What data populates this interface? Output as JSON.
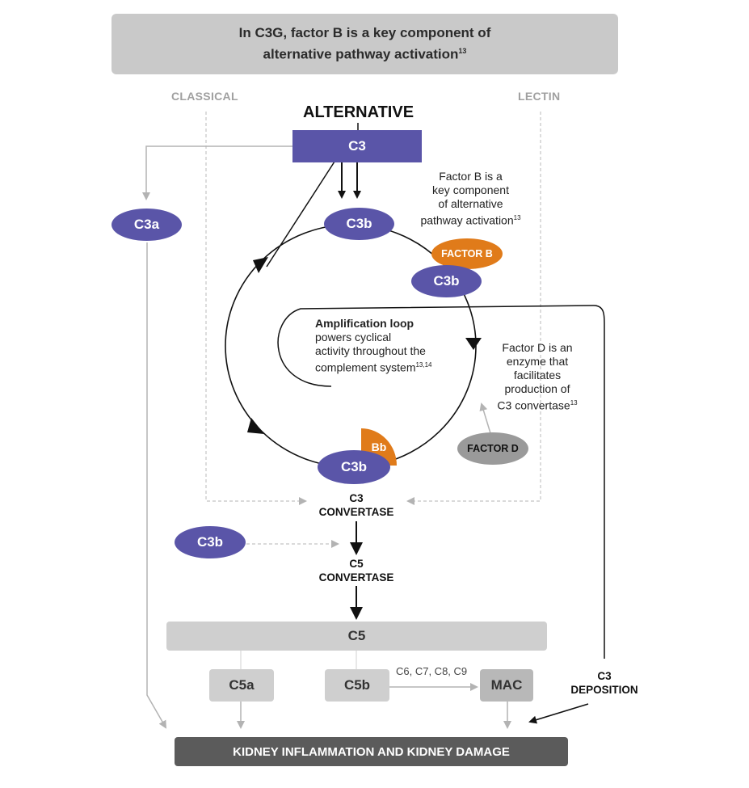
{
  "banner": {
    "line1": "In C3G, factor B is a key component of",
    "line2": "alternative pathway activation",
    "line2_ref": "13"
  },
  "pathways": {
    "classical": "CLASSICAL",
    "alternative": "ALTERNATIVE",
    "lectin": "LECTIN"
  },
  "nodes": {
    "c3": "C3",
    "c3a": "C3a",
    "c3b_top": "C3b",
    "factor_b": "FACTOR B",
    "c3b_right": "C3b",
    "bb": "Bb",
    "c3b_bottom": "C3b",
    "factor_d": "FACTOR D",
    "c3b_left": "C3b",
    "c5": "C5",
    "c5a": "C5a",
    "c5b": "C5b",
    "mac": "MAC",
    "kidney": "KIDNEY INFLAMMATION AND KIDNEY DAMAGE"
  },
  "notes": {
    "factor_b_lines": [
      "Factor B is a",
      "key component",
      "of alternative",
      "pathway activation"
    ],
    "factor_b_ref": "13",
    "amplification_title": "Amplification loop",
    "amplification_lines": [
      "powers cyclical",
      "activity throughout the",
      "complement system"
    ],
    "amplification_ref": "13,14",
    "factor_d_lines": [
      "Factor D is an",
      "enzyme that",
      "facilitates",
      "production of",
      "C3 convertase"
    ],
    "factor_d_ref": "13"
  },
  "labels": {
    "c3_convertase": [
      "C3",
      "CONVERTASE"
    ],
    "c5_convertase": [
      "C5",
      "CONVERTASE"
    ],
    "c6_c9": "C6, C7, C8, C9",
    "c3_deposition": [
      "C3",
      "DEPOSITION"
    ]
  },
  "colors": {
    "purple": "#5a55a8",
    "orange": "#e07b1a",
    "light_gray": "#cfcfcf",
    "dark_gray": "#5b5b5b",
    "factor_d_gray": "#9a9a9a"
  }
}
